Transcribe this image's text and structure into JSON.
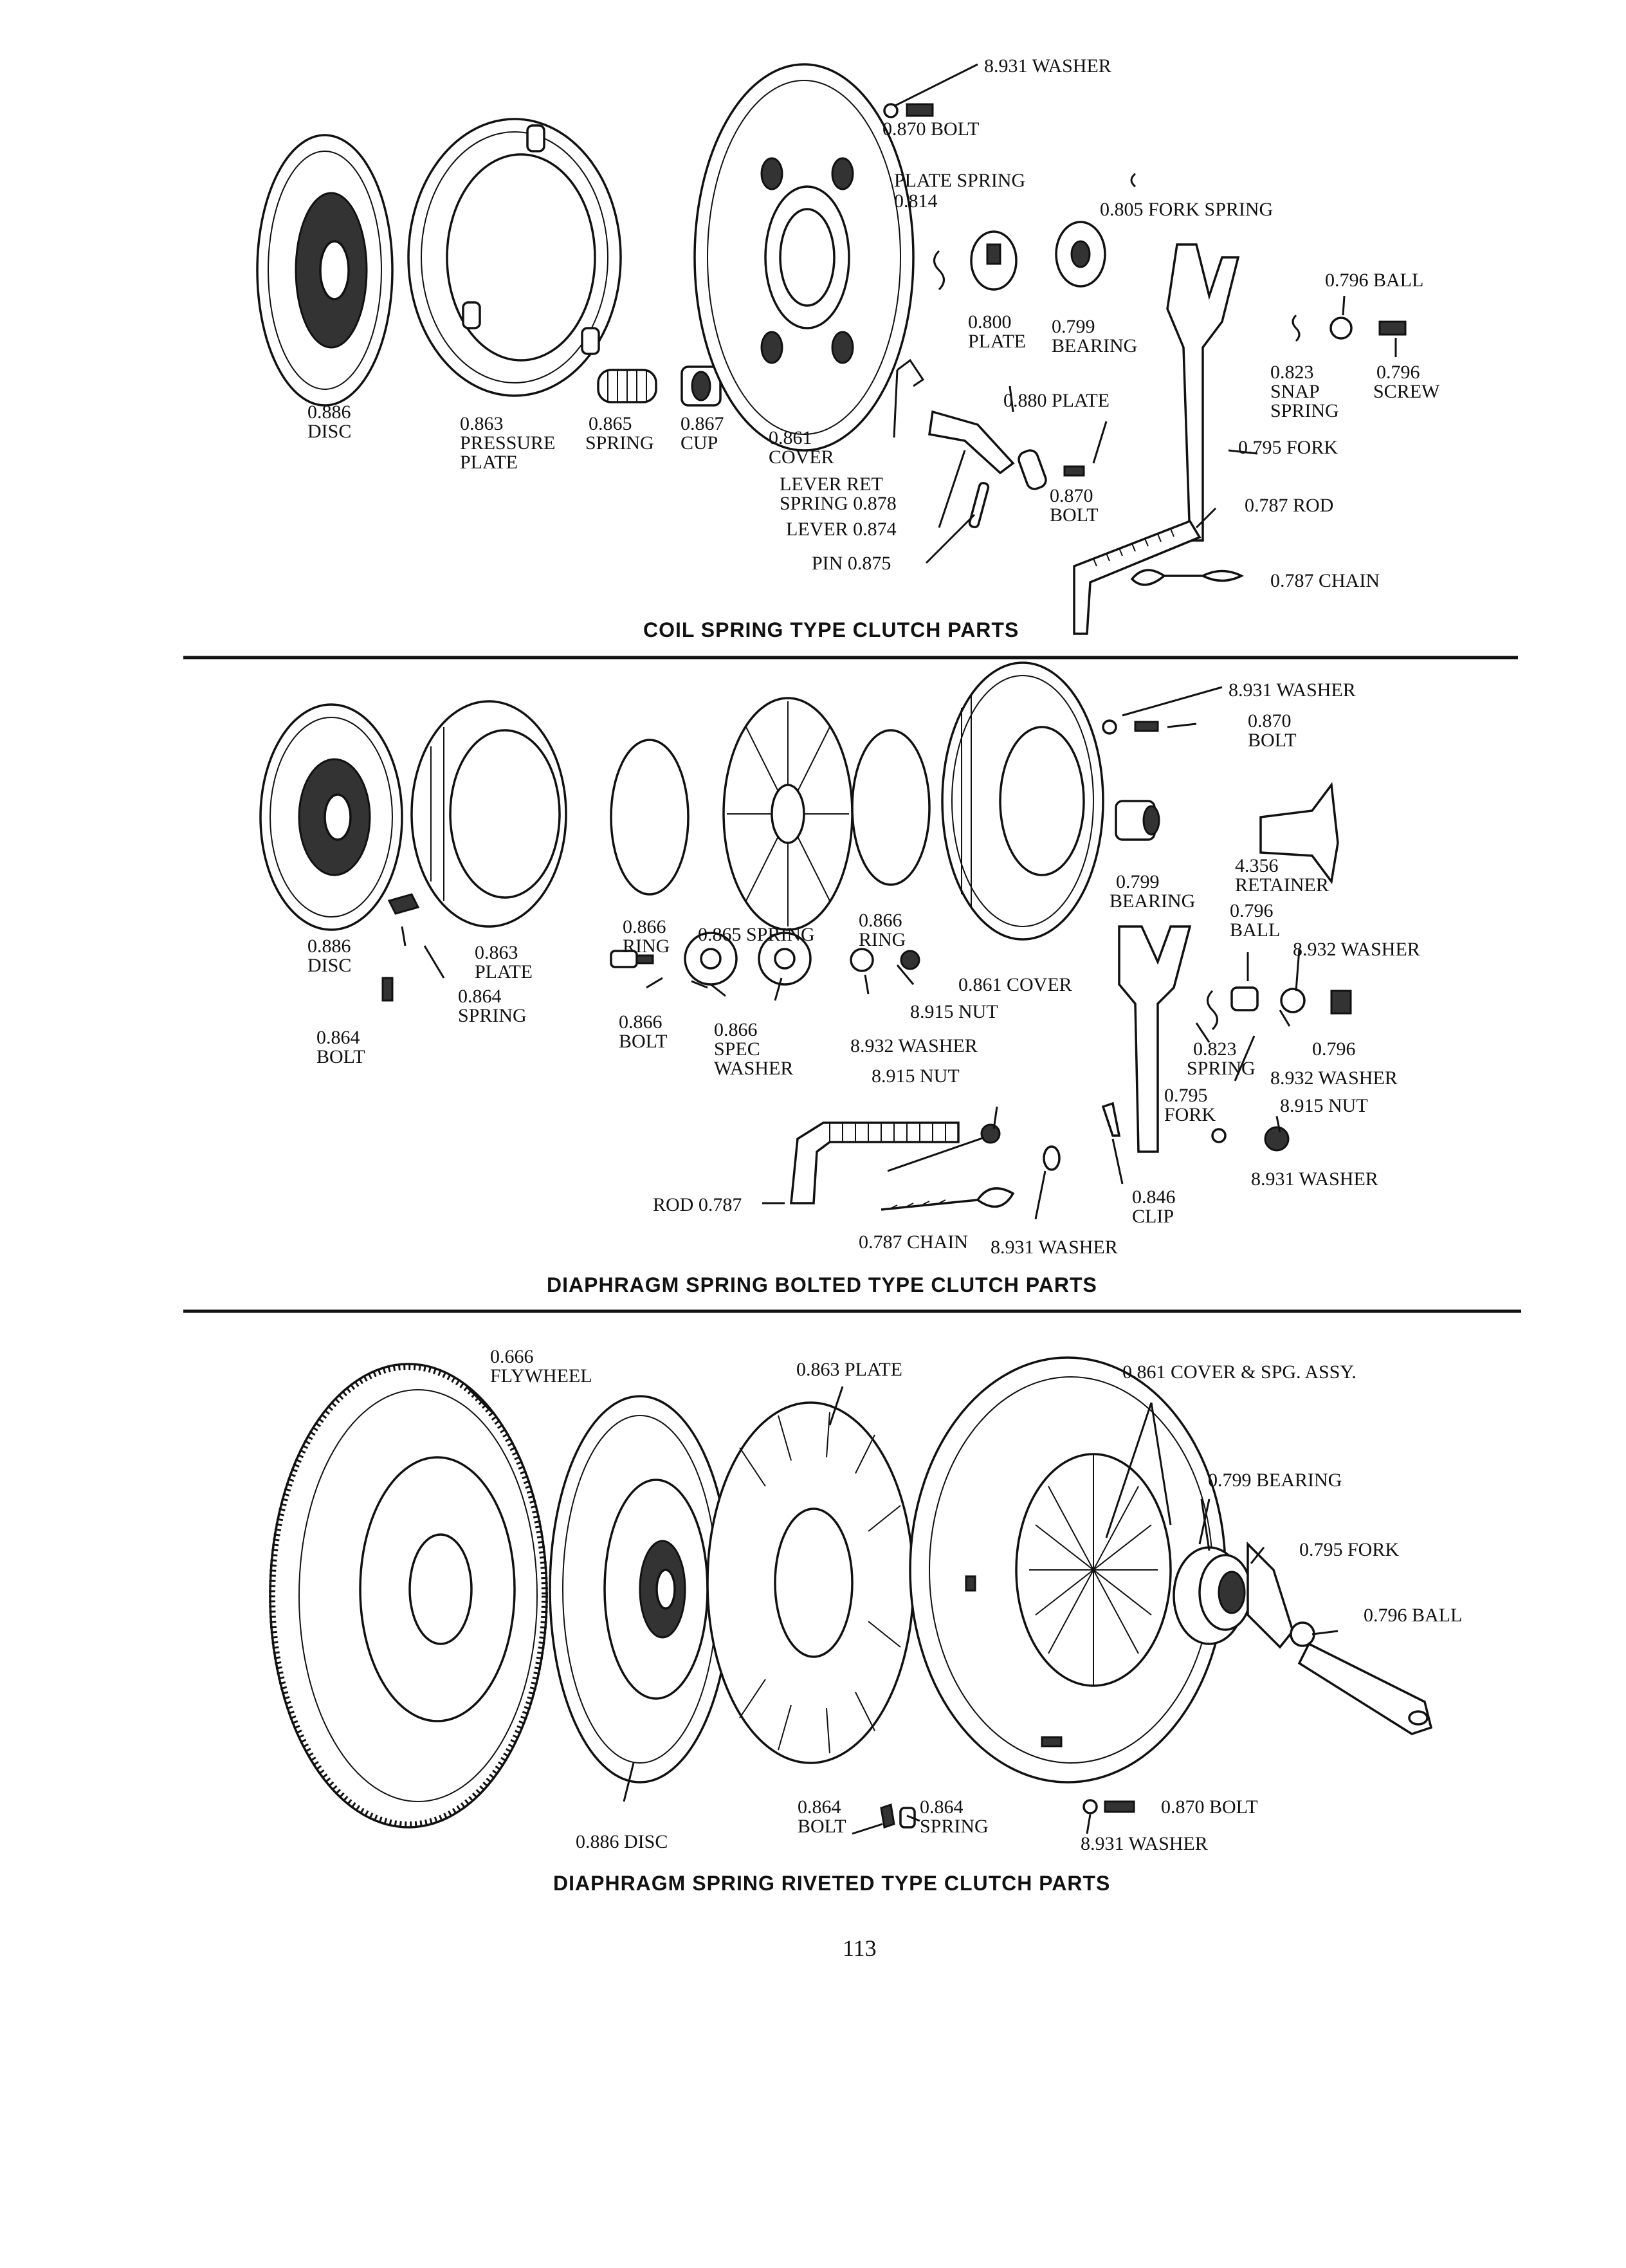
{
  "sections": {
    "coil": {
      "title": "COIL SPRING TYPE CLUTCH PARTS",
      "labels": {
        "washer_top": "8.931 WASHER",
        "bolt_top": "0.870 BOLT",
        "plate_spring_1": "PLATE SPRING",
        "plate_spring_2": "0.814",
        "fork_spring": "0.805 FORK SPRING",
        "ball": "0.796 BALL",
        "plate_800_1": "0.800",
        "plate_800_2": "PLATE",
        "bearing_1": "0.799",
        "bearing_2": "BEARING",
        "snap_1": "0.823",
        "snap_2": "SNAP",
        "snap_3": "SPRING",
        "screw_1": "0.796",
        "screw_2": "SCREW",
        "disc_1": "0.886",
        "disc_2": "DISC",
        "pressure_1": "0.863",
        "pressure_2": "PRESSURE",
        "pressure_3": "PLATE",
        "spring_1": "0.865",
        "spring_2": "SPRING",
        "cup_1": "0.867",
        "cup_2": "CUP",
        "cover_1": "0.861",
        "cover_2": "COVER",
        "plate_880": "0.880 PLATE",
        "lever_ret_1": "LEVER RET",
        "lever_ret_2": "SPRING 0.878",
        "lever": "LEVER 0.874",
        "pin": "PIN 0.875",
        "bolt_870_1": "0.870",
        "bolt_870_2": "BOLT",
        "fork": "0.795 FORK",
        "rod": "0.787 ROD",
        "chain": "0.787 CHAIN"
      }
    },
    "bolted": {
      "title": "DIAPHRAGM SPRING BOLTED TYPE CLUTCH PARTS",
      "labels": {
        "washer_top": "8.931 WASHER",
        "bolt_1": "0.870",
        "bolt_2": "BOLT",
        "retainer_1": "4.356",
        "retainer_2": "RETAINER",
        "bearing_1": "0.799",
        "bearing_2": "BEARING",
        "ball_1": "0.796",
        "ball_2": "BALL",
        "washer_932_a": "8.932 WASHER",
        "disc_1": "0.886",
        "disc_2": "DISC",
        "plate_1": "0.863",
        "plate_2": "PLATE",
        "spring864_1": "0.864",
        "spring864_2": "SPRING",
        "bolt864_1": "0.864",
        "bolt864_2": "BOLT",
        "ring_left_1": "0.866",
        "ring_left_2": "RING",
        "spring865": "0.865 SPRING",
        "ring_right_1": "0.866",
        "ring_right_2": "RING",
        "cover": "0.861 COVER",
        "nut_a": "8.915 NUT",
        "bolt866_1": "0.866",
        "bolt866_2": "BOLT",
        "spec_1": "0.866",
        "spec_2": "SPEC",
        "spec_3": "WASHER",
        "washer_932_b": "8.932 WASHER",
        "nut_b": "8.915 NUT",
        "spring823_1": "0.823",
        "spring823_2": "SPRING",
        "n796": "0.796",
        "washer_932_c": "8.932 WASHER",
        "fork_1": "0.795",
        "fork_2": "FORK",
        "nut_c": "8.915 NUT",
        "washer_931_r": "8.931 WASHER",
        "rod": "ROD 0.787",
        "clip_1": "0.846",
        "clip_2": "CLIP",
        "chain": "0.787 CHAIN",
        "washer_931_b": "8.931 WASHER"
      }
    },
    "riveted": {
      "title": "DIAPHRAGM SPRING RIVETED TYPE CLUTCH PARTS",
      "labels": {
        "flywheel_1": "0.666",
        "flywheel_2": "FLYWHEEL",
        "plate": "0.863 PLATE",
        "cover": "0.861 COVER & SPG. ASSY.",
        "bearing": "0.799 BEARING",
        "fork": "0.795 FORK",
        "ball": "0.796 BALL",
        "bolt": "0.870 BOLT",
        "washer": "8.931 WASHER",
        "disc": "0.886 DISC",
        "bolt864_1": "0.864",
        "bolt864_2": "BOLT",
        "spring864_1": "0.864",
        "spring864_2": "SPRING"
      }
    }
  },
  "page_number": "113"
}
